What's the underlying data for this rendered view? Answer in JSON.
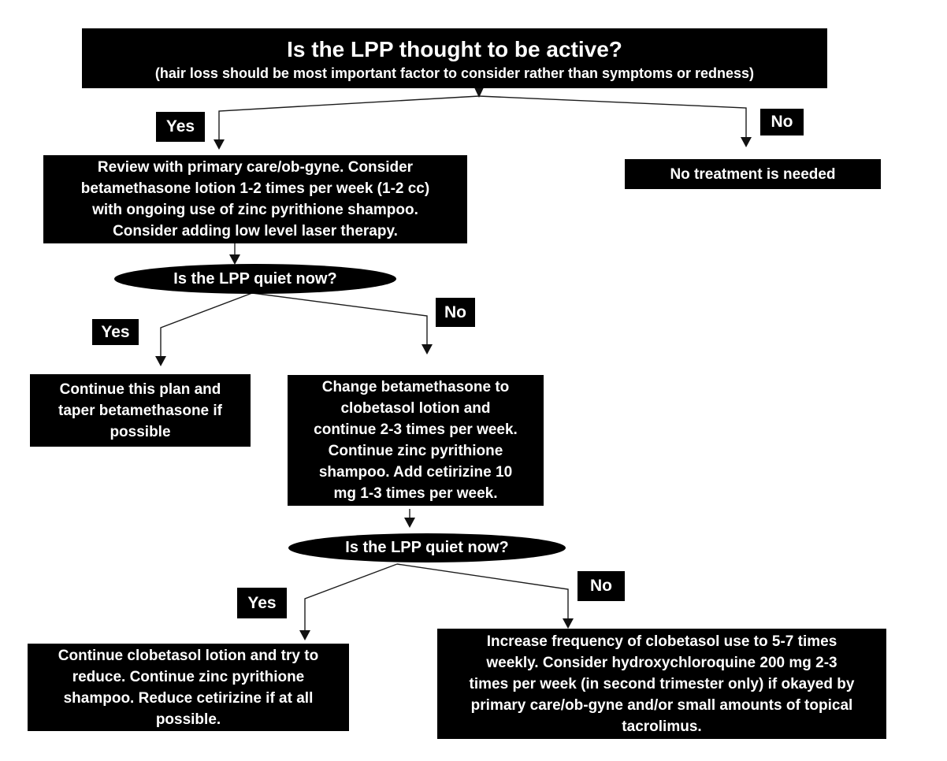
{
  "colors": {
    "node_bg": "#000000",
    "node_text": "#ffffff",
    "canvas_bg": "#ffffff",
    "connector": "#1c1c1c"
  },
  "flowchart": {
    "root_question": {
      "title": "Is the LPP thought to be active?",
      "subtitle": "(hair loss should be most important factor to consider rather than symptoms or redness)"
    },
    "branch_labels": {
      "root_yes": "Yes",
      "root_no": "No",
      "quiet1_yes": "Yes",
      "quiet1_no": "No",
      "quiet2_yes": "Yes",
      "quiet2_no": "No"
    },
    "nodes": {
      "no_treatment": "No treatment is needed",
      "active_plan": "Review with primary care/ob-gyne. Consider\nbetamethasone lotion 1-2 times per week (1-2 cc)\nwith ongoing use of zinc pyrithione shampoo.\nConsider adding low level laser therapy.",
      "quiet_check_1": "Is the LPP quiet now?",
      "taper_plan": "Continue this plan and\ntaper betamethasone if\npossible",
      "escalate_plan": "Change betamethasone to\nclobetasol lotion and\ncontinue 2-3 times per week.\nContinue zinc pyrithione\nshampoo. Add cetirizine 10\nmg 1-3 times per week.",
      "quiet_check_2": "Is the LPP quiet now?",
      "reduce_plan": "Continue clobetasol lotion and try to\nreduce. Continue zinc pyrithione\nshampoo. Reduce cetirizine if at all\npossible.",
      "intensify_plan": "Increase frequency of clobetasol use to 5-7 times\nweekly. Consider hydroxychloroquine 200 mg 2-3\ntimes per week (in second trimester only) if okayed by\nprimary care/ob-gyne and/or small amounts of topical\ntacrolimus."
    }
  }
}
